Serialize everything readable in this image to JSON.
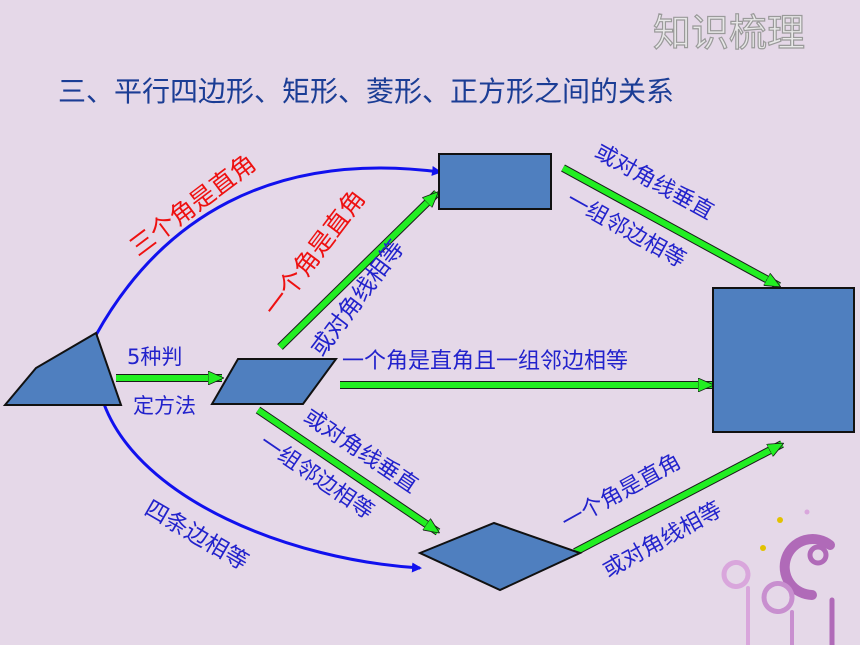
{
  "header": {
    "corner_title": "知识梳理",
    "heading": "三、平行四边形、矩形、菱形、正方形之间的关系"
  },
  "labels": {
    "five_methods_top": "5种判",
    "five_methods_bottom": "定方法",
    "three_right_angles": "三个角是直角",
    "one_right_angle": "一个角是直角",
    "or_equal_diagonals": "或对角线相等",
    "right_angle_and_adjacent": "一个角是直角且一组邻边相等",
    "or_perpendicular_diagonals_lower": "或对角线垂直",
    "adjacent_sides_equal_lower": "一组邻边相等",
    "four_sides_equal": "四条边相等",
    "or_perpendicular_diagonals_upper": "或对角线垂直",
    "adjacent_sides_equal_upper": "一组邻边相等",
    "one_right_angle_lower": "一个角是直角",
    "or_equal_diagonals_lower": "或对角线相等"
  },
  "colors": {
    "background": "#e5d8e8",
    "shape_fill": "#4f7fbf",
    "red_text": "#ee1111",
    "blue_text": "#2222cc",
    "green_arrow": "#22ee22",
    "blue_curve": "#1111ee",
    "title_grey": "#c0c0c0",
    "heading_color": "#1b3d95"
  },
  "icons": [
    "decorative-swirl-icon"
  ]
}
